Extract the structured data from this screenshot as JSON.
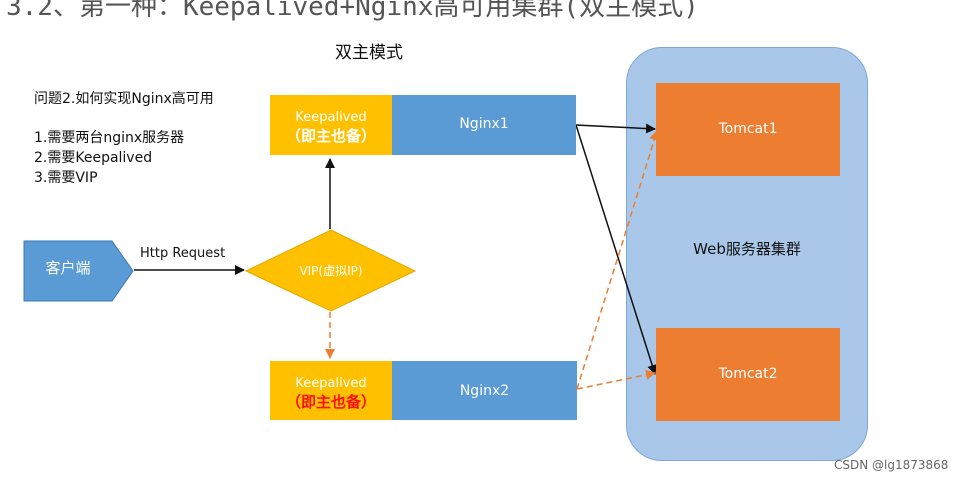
{
  "header": {
    "title": "3.2、第一种：Keepalived+Nginx高可用集群(双主模式)"
  },
  "diagram_title": "双主模式",
  "question": "问题2.如何实现Nginx高可用",
  "requirements": [
    "1.需要两台nginx服务器",
    "2.需要Keepalived",
    "3.需要VIP"
  ],
  "client": {
    "label": "客户端"
  },
  "request_label": "Http Request",
  "vip": {
    "label": "VIP(虚拟IP)"
  },
  "top_server": {
    "keepalived": "Keepalived",
    "role": "（即主也备）",
    "nginx": "Nginx1"
  },
  "bottom_server": {
    "keepalived": "Keepalived",
    "role": "（即主也备）",
    "nginx": "Nginx2"
  },
  "cluster": {
    "label": "Web服务器集群"
  },
  "tomcats": [
    "Tomcat1",
    "Tomcat2"
  ],
  "watermark": "CSDN @lg1873868",
  "colors": {
    "keepalived": "#ffc000",
    "nginx": "#5b9bd5",
    "tomcat": "#ed7d31",
    "cluster": "#a9c7e9",
    "client": "#5b9bd5",
    "backup_arrow": "#ed7d31",
    "role_highlight": "#ff1010"
  }
}
